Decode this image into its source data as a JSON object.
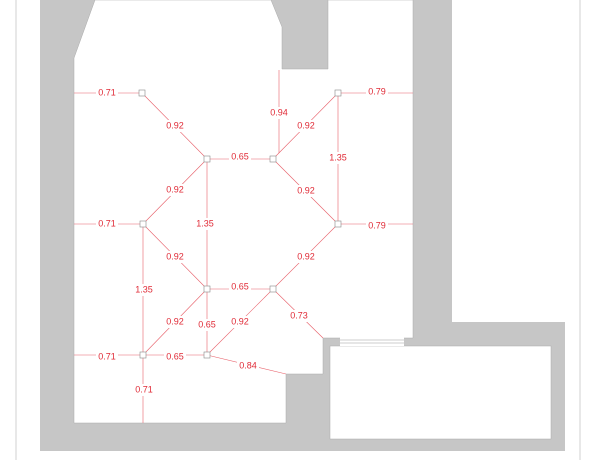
{
  "colors": {
    "wall": "#c6c6c6",
    "annotation": "#e02a36",
    "frame": "#d0d0d0"
  },
  "dimensions": [
    "0.71",
    "0.92",
    "0.65",
    "0.94",
    "0.92",
    "0.79",
    "1.35",
    "0.92",
    "0.79",
    "0.92",
    "1.35",
    "0.71",
    "1.35",
    "0.92",
    "0.92",
    "0.65",
    "0.92",
    "0.65",
    "0.92",
    "0.73",
    "0.71",
    "0.65",
    "0.84",
    "0.71"
  ]
}
